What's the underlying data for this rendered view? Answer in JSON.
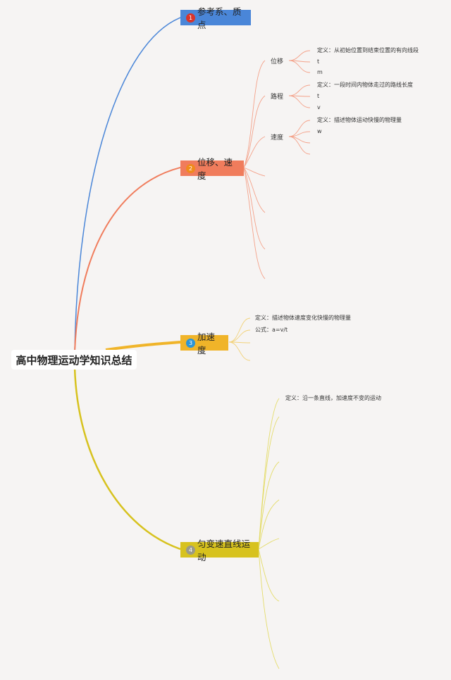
{
  "title": "高中物理运动学知识总结",
  "colors": {
    "background": "#f6f4f3",
    "branch1": "#4a86d8",
    "branch2": "#f07c5c",
    "branch3": "#f0b429",
    "branch4": "#d7c21e"
  },
  "topics": [
    {
      "number": "1",
      "label": "参考系、质点",
      "fill": "#4a86d8",
      "badge": "#d9342b"
    },
    {
      "number": "2",
      "label": "位移、速度",
      "fill": "#f07c5c",
      "badge": "#f08a1c"
    },
    {
      "number": "3",
      "label": "加速度",
      "fill": "#f0b429",
      "badge": "#2b95d8"
    },
    {
      "number": "4",
      "label": "匀变速直线运动",
      "fill": "#d7c21e",
      "badge": "#9a9a88"
    }
  ],
  "topic2": {
    "subtopics": [
      {
        "label": "位移",
        "leaves": [
          "定义：从初始位置到结束位置的有向线段",
          "t",
          "m"
        ]
      },
      {
        "label": "路程",
        "leaves": [
          "定义：一段时间内物体走过的路线长度",
          "t",
          "v"
        ]
      },
      {
        "label": "速度",
        "leaves": [
          "定义：描述物体运动快慢的物理量",
          "w",
          "",
          ""
        ]
      }
    ]
  },
  "topic3": {
    "leaves": [
      "定义：描述物体速度变化快慢的物理量",
      "公式：a=v/t",
      "",
      ""
    ]
  },
  "topic4": {
    "leaves": [
      "定义：沿一条直线，加速度不变的运动"
    ]
  }
}
